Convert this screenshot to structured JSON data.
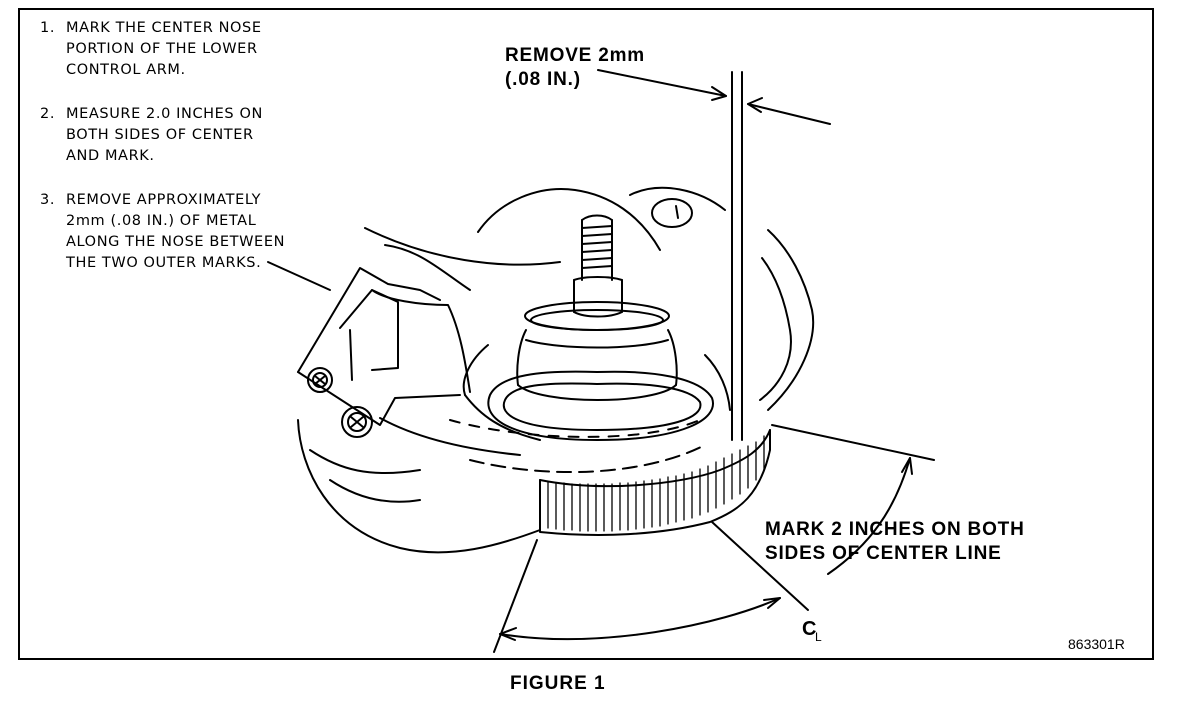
{
  "instructions": [
    {
      "num": "1.",
      "text": "MARK THE CENTER NOSE\nPORTION OF THE LOWER\nCONTROL ARM."
    },
    {
      "num": "2.",
      "text": "MEASURE 2.0 INCHES ON\nBOTH SIDES OF CENTER\nAND MARK."
    },
    {
      "num": "3.",
      "text": "REMOVE APPROXIMATELY\n2mm (.08 IN.) OF METAL\nALONG THE NOSE BETWEEN\nTHE TWO OUTER MARKS."
    }
  ],
  "callouts": {
    "remove": "REMOVE 2mm\n(.08 IN.)",
    "mark": "MARK 2 INCHES ON BOTH\nSIDES OF CENTER LINE"
  },
  "centerline": {
    "main": "C",
    "sub": "L"
  },
  "figure_code": "863301R",
  "caption": "FIGURE 1"
}
